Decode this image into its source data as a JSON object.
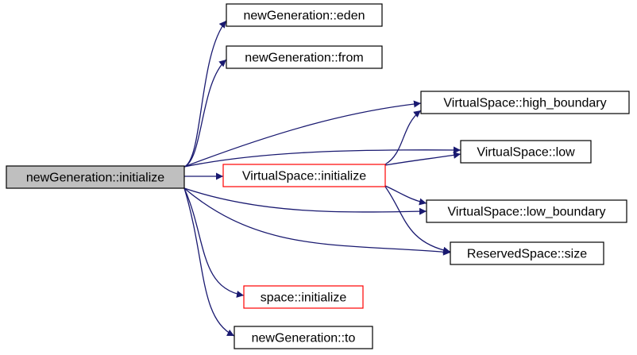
{
  "diagram": {
    "colors": {
      "edge": "#191970",
      "border_default": "#000000",
      "border_truncated": "#ff0000",
      "root_fill": "#bfbfbf",
      "node_fill": "#ffffff"
    },
    "nodes": [
      {
        "id": "root",
        "label": "newGeneration::initialize",
        "kind": "root"
      },
      {
        "id": "eden",
        "label": "newGeneration::eden",
        "kind": "normal"
      },
      {
        "id": "from",
        "label": "newGeneration::from",
        "kind": "normal"
      },
      {
        "id": "high_boundary",
        "label": "VirtualSpace::high_boundary",
        "kind": "normal"
      },
      {
        "id": "low",
        "label": "VirtualSpace::low",
        "kind": "normal"
      },
      {
        "id": "vs_initialize",
        "label": "VirtualSpace::initialize",
        "kind": "truncated"
      },
      {
        "id": "low_boundary",
        "label": "VirtualSpace::low_boundary",
        "kind": "normal"
      },
      {
        "id": "rs_size",
        "label": "ReservedSpace::size",
        "kind": "normal"
      },
      {
        "id": "space_initialize",
        "label": "space::initialize",
        "kind": "truncated"
      },
      {
        "id": "to",
        "label": "newGeneration::to",
        "kind": "normal"
      }
    ],
    "edges": [
      {
        "from": "root",
        "to": "eden"
      },
      {
        "from": "root",
        "to": "from"
      },
      {
        "from": "root",
        "to": "high_boundary"
      },
      {
        "from": "root",
        "to": "low"
      },
      {
        "from": "root",
        "to": "vs_initialize"
      },
      {
        "from": "root",
        "to": "low_boundary"
      },
      {
        "from": "root",
        "to": "rs_size"
      },
      {
        "from": "root",
        "to": "space_initialize"
      },
      {
        "from": "root",
        "to": "to"
      },
      {
        "from": "vs_initialize",
        "to": "high_boundary"
      },
      {
        "from": "vs_initialize",
        "to": "low"
      },
      {
        "from": "vs_initialize",
        "to": "low_boundary"
      },
      {
        "from": "vs_initialize",
        "to": "rs_size"
      }
    ]
  }
}
